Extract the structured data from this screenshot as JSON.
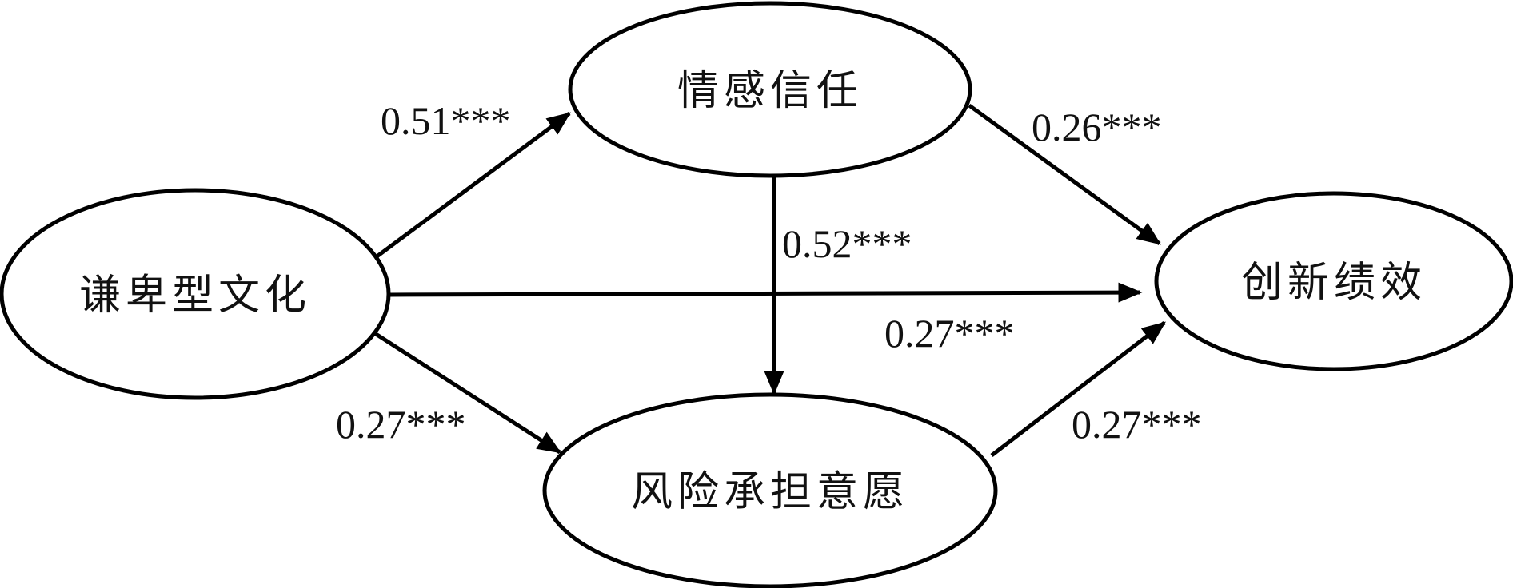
{
  "nodes": {
    "humble_culture": "谦卑型文化",
    "affective_trust": "情感信任",
    "risk_taking": "风险承担意愿",
    "innovation_performance": "创新绩效"
  },
  "edges": {
    "culture_to_trust": "0.51***",
    "trust_to_performance": "0.26***",
    "trust_to_risk": "0.52***",
    "culture_to_performance": "0.27***",
    "culture_to_risk": "0.27***",
    "risk_to_performance": "0.27***"
  },
  "colors": {
    "stroke": "#000000",
    "background": "#ffffff"
  }
}
